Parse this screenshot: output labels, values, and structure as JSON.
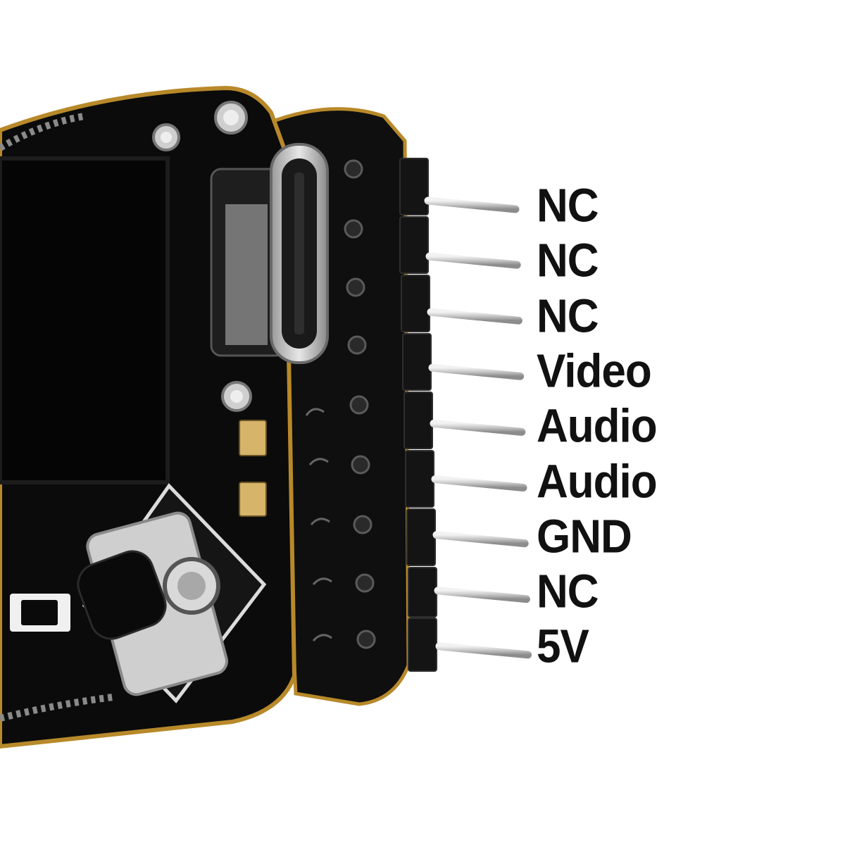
{
  "pins": [
    {
      "label": "NC"
    },
    {
      "label": "NC"
    },
    {
      "label": "NC"
    },
    {
      "label": "Video"
    },
    {
      "label": "Audio"
    },
    {
      "label": "Audio"
    },
    {
      "label": "GND"
    },
    {
      "label": "NC"
    },
    {
      "label": "5V"
    }
  ],
  "colors": {
    "background": "#ffffff",
    "pcb": "#0d0d0d",
    "pcb_edge": "#b8892a",
    "header_block": "#161616",
    "pin_metal": "#c9c9c9",
    "label_text": "#111111"
  }
}
